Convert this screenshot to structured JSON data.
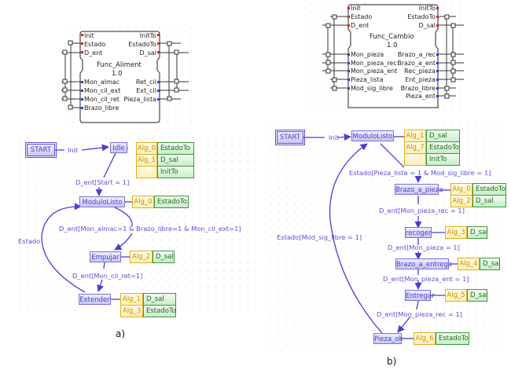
{
  "fb_a": {
    "name": "Func_Aliment",
    "version": "1.0",
    "event_inputs": [
      "Init",
      "Estado",
      "D_ent"
    ],
    "event_outputs": [
      "InitTo",
      "EstadoTo",
      "D_sal"
    ],
    "data_inputs": [
      "Mon_almac",
      "Mon_cil_ext",
      "Mon_cil_ret",
      "Brazo_libre"
    ],
    "data_outputs": [
      "Ret_cil",
      "Ext_cil",
      "Pieza_lista"
    ]
  },
  "fb_b": {
    "name": "Func_Cambio",
    "version": "1.0",
    "event_inputs": [
      "Init",
      "Estado",
      "D_ent"
    ],
    "event_outputs": [
      "InitTo",
      "EstadoTo",
      "D_sal"
    ],
    "data_inputs": [
      "Mon_pieza",
      "Mon_pieza_rec",
      "Mon_pieza_ent",
      "Pieza_lista",
      "Mod_sig_libre"
    ],
    "data_outputs": [
      "Brazo_a_rec",
      "Brazo_a_ent",
      "Rec_pieza",
      "Ent_pieza",
      "Brazo_libre",
      "Pieza_ent"
    ]
  },
  "ecc_a": {
    "start": "START",
    "states": {
      "idle": "Idle",
      "modulo_listo": "ModuloListo",
      "empujar": "Empujar",
      "extender": "Extender"
    },
    "actions": {
      "idle": [
        [
          "Alg_0",
          "EstadoTo"
        ],
        [
          "Alg_1",
          "D_sal"
        ],
        [
          "",
          "InitTo"
        ]
      ],
      "modulo_listo": [
        [
          "Alg_0",
          "EstadoTo"
        ]
      ],
      "empujar": [
        [
          "Alg_2",
          "D_sal"
        ]
      ],
      "extender": [
        [
          "Alg_1",
          "D_sal"
        ],
        [
          "Alg_3",
          "EstadoTo"
        ]
      ]
    },
    "transitions": {
      "init": "Init",
      "start1": "D_ent[Start = 1]",
      "almac": "D_ent[Mon_almac=1 & Brazo_libre=1 & Mon_cil_ext=1]",
      "cil_ret": "D_ent[Mon_cil_ret=1]",
      "estado": "Estado"
    },
    "caption": "a)"
  },
  "ecc_b": {
    "start": "START",
    "states": {
      "modulo_listo": "ModuloListo",
      "brazo_a_pieza": "Brazo_a_pieza",
      "recoger": "recoger",
      "brazo_a_entrega": "Brazo_a_entrega",
      "entregar": "Entregar",
      "pieza_ok": "Pieza_ok"
    },
    "actions": {
      "modulo_listo": [
        [
          "Alg_1",
          "D_sal"
        ],
        [
          "Alg_7",
          "EstadoTo"
        ],
        [
          "",
          "InitTo"
        ]
      ],
      "brazo_a_pieza": [
        [
          "Alg_0",
          "EstadoTo"
        ],
        [
          "Alg_2",
          "D_sal"
        ]
      ],
      "recoger": [
        [
          "Alg_3",
          "D_sal"
        ]
      ],
      "brazo_a_entrega": [
        [
          "Alg_4",
          "D_sal"
        ]
      ],
      "entregar": [
        [
          "Alg_5",
          "D_sal"
        ]
      ],
      "pieza_ok": [
        [
          "Alg_6",
          "EstadoTo"
        ]
      ]
    },
    "transitions": {
      "init": "Init",
      "pieza_lista": "Estado[Pieza_lista = 1 & Mod_sig_libre = 1]",
      "pieza_rec": "D_ent[Mon_pieza_rec = 1]",
      "mon_pieza": "D_ent[Mon_pieza = 1]",
      "pieza_ent": "D_ent[Mon_pieza_ent = 1]",
      "pieza_rec2": "D_ent[Mon_pieza_rec = 1]",
      "mod_sig": "Estado[Mod_sig_libre = 1]"
    },
    "caption": "b)"
  },
  "colors": {
    "event_port": "#e02020",
    "data_port": "#2040e0",
    "state_border": "#7b73d8",
    "transition": "#4a3fd0",
    "algorithm": "#e0b020",
    "output_event": "#3c9a3c"
  }
}
